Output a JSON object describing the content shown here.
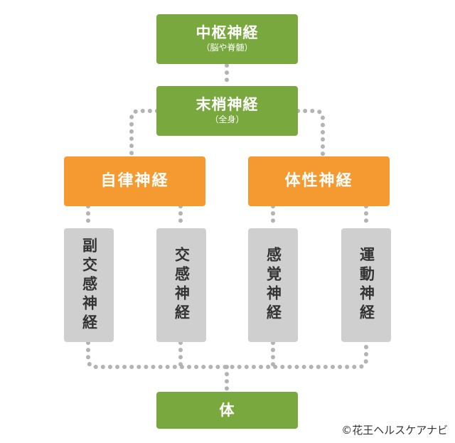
{
  "nodes": {
    "central": {
      "label": "中枢神経",
      "sub": "（脳や脊髄）"
    },
    "peripheral": {
      "label": "末梢神経",
      "sub": "（全身）"
    },
    "autonomic": {
      "label": "自律神経"
    },
    "somatic": {
      "label": "体性神経"
    },
    "parasympathetic": {
      "label": "副交感神経"
    },
    "sympathetic": {
      "label": "交感神経"
    },
    "sensory": {
      "label": "感覚神経"
    },
    "motor": {
      "label": "運動神経"
    },
    "body": {
      "label": "体"
    }
  },
  "credit": "©花王ヘルスケアナビ",
  "colors": {
    "green": "#78a83e",
    "orange": "#f59a31",
    "gray": "#cfcfcf",
    "connector": "#b3b3b3"
  }
}
